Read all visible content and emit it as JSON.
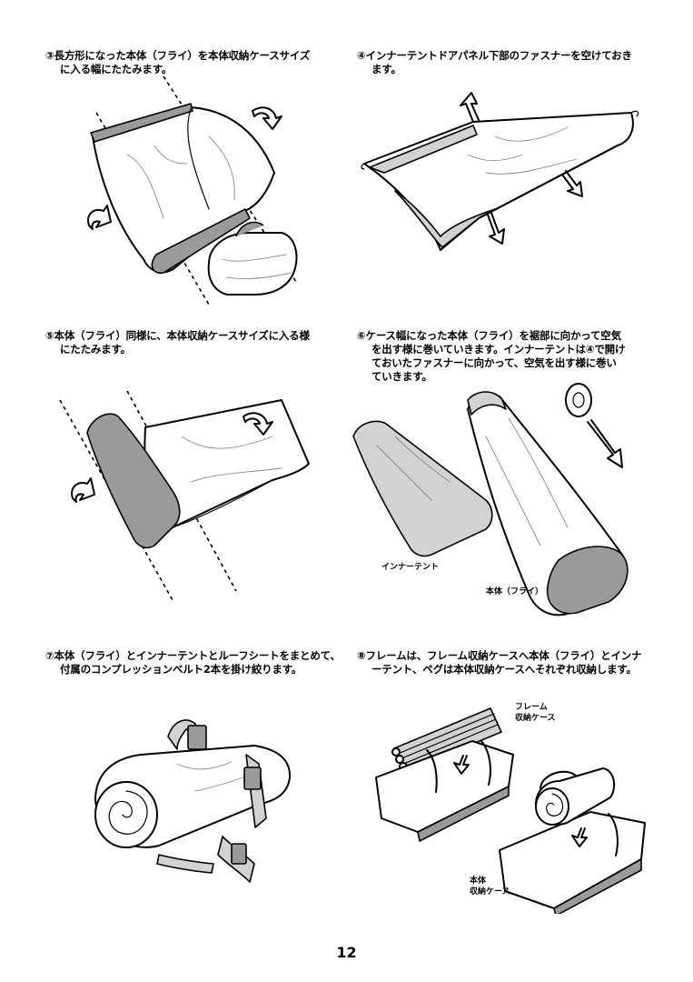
{
  "steps": [
    {
      "id": "step-3",
      "lines": [
        "③長方形になった本体（フライ）を本体収納ケースサイズ",
        "に入る幅にたたみます。"
      ]
    },
    {
      "id": "step-4",
      "lines": [
        "④インナーテントドアパネル下部のファスナーを空けておき",
        "ます。"
      ]
    },
    {
      "id": "step-5",
      "lines": [
        "⑤本体（フライ）同様に、本体収納ケースサイズに入る様",
        "にたたみます。"
      ]
    },
    {
      "id": "step-6",
      "lines": [
        "⑥ケース幅になった本体（フライ）を裾部に向かって空気",
        "を出す様に巻いていきます。インナーテントは④で開け",
        "ておいたファスナーに向かって、空気を出す様に巻い",
        "ていきます。"
      ]
    },
    {
      "id": "step-7",
      "lines": [
        "⑦本体（フライ）とインナーテントとルーフシートをまとめて、",
        "付属のコンプレッションベルト2本を掛け絞ります。"
      ]
    },
    {
      "id": "step-8",
      "lines": [
        "⑧フレームは、フレーム収納ケースへ本体（フライ）とインナ",
        "ーテント、ペグは本体収納ケースへそれぞれ収納します。"
      ]
    }
  ],
  "labels": {
    "inner_tent": "インナーテント",
    "fly": "本体（フライ）",
    "frame_case_line1": "フレーム",
    "frame_case_line2": "収納ケース",
    "body_case_line1": "本体",
    "body_case_line2": "収納ケース"
  },
  "page_number": "12",
  "colors": {
    "shade_dark": "#9a9a9a",
    "shade_light": "#d2d2d2",
    "ink": "#000000"
  }
}
